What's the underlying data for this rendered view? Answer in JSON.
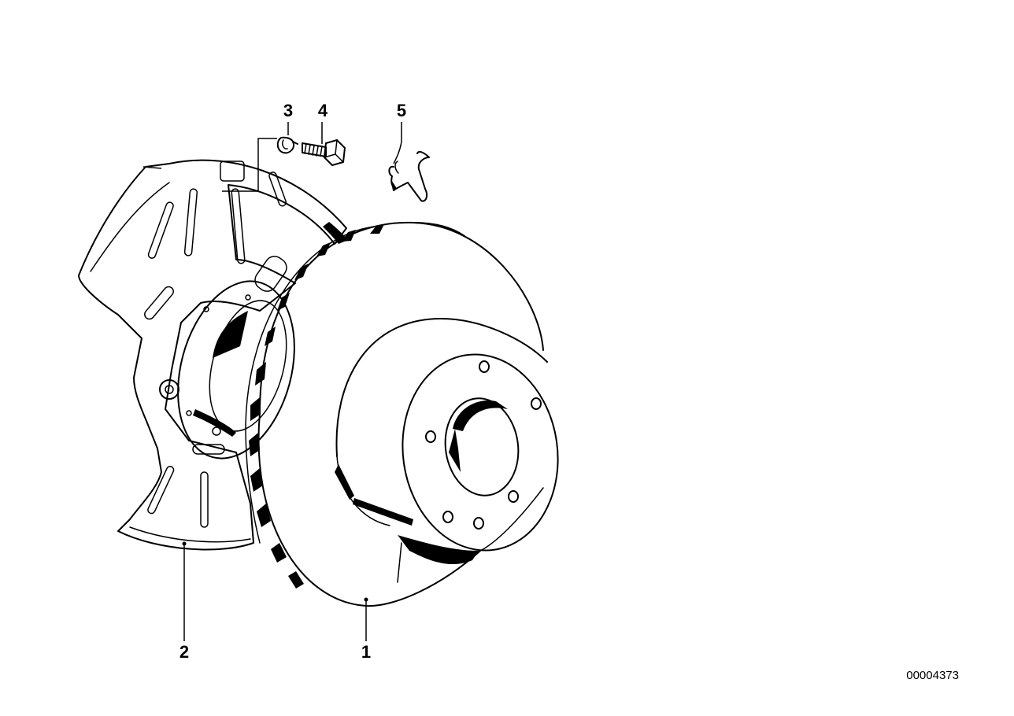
{
  "callouts": [
    {
      "id": "1",
      "label": "1",
      "part": "brake-disc"
    },
    {
      "id": "2",
      "label": "2",
      "part": "protection-plate"
    },
    {
      "id": "3",
      "label": "3",
      "part": "clip"
    },
    {
      "id": "4",
      "label": "4",
      "part": "hex-bolt"
    },
    {
      "id": "5",
      "label": "5",
      "part": "spring-clip"
    }
  ],
  "diagram_number": "00004373",
  "colors": {
    "ink": "#000000",
    "paper": "#ffffff"
  }
}
